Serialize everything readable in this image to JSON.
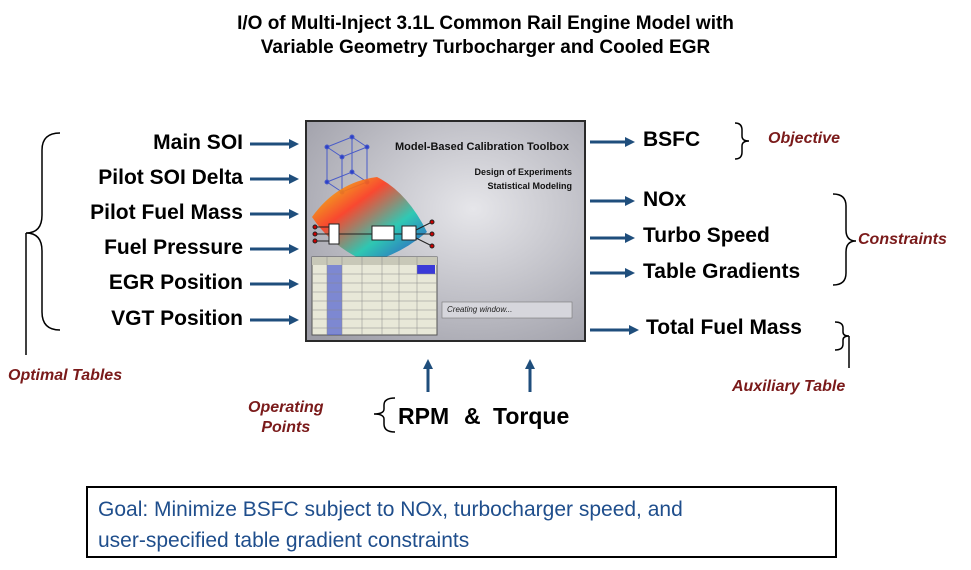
{
  "title": {
    "line1": "I/O of Multi-Inject 3.1L Common Rail Engine Model with",
    "line2": "Variable Geometry Turbocharger and Cooled EGR"
  },
  "inputs": [
    "Main SOI",
    "Pilot SOI Delta",
    "Pilot Fuel Mass",
    "Fuel Pressure",
    "EGR Position",
    "VGT Position"
  ],
  "inputs_group_label": "Optimal Tables",
  "outputs": {
    "objective": [
      "BSFC"
    ],
    "constraints": [
      "NOx",
      "Turbo Speed",
      "Table Gradients"
    ],
    "auxiliary": [
      "Total Fuel Mass"
    ]
  },
  "output_group_labels": {
    "objective": "Objective",
    "constraints": "Constraints",
    "auxiliary": "Auxiliary Table"
  },
  "operating_points": {
    "label_line1": "Operating",
    "label_line2": "Points",
    "rpm": "RPM",
    "amp": "&",
    "torque": "Torque"
  },
  "toolbox_screen": {
    "title": "Model-Based Calibration Toolbox",
    "subtitle1": "Design of Experiments",
    "subtitle2": "Statistical Modeling",
    "status": "Creating window..."
  },
  "goal": {
    "line1": "Goal:  Minimize BSFC subject to NOx, turbocharger speed, and",
    "line2": "user-specified table gradient constraints"
  },
  "colors": {
    "arrow": "#1f4e7c",
    "group_label": "#7a1a1a",
    "goal_text": "#1f4e8c"
  }
}
